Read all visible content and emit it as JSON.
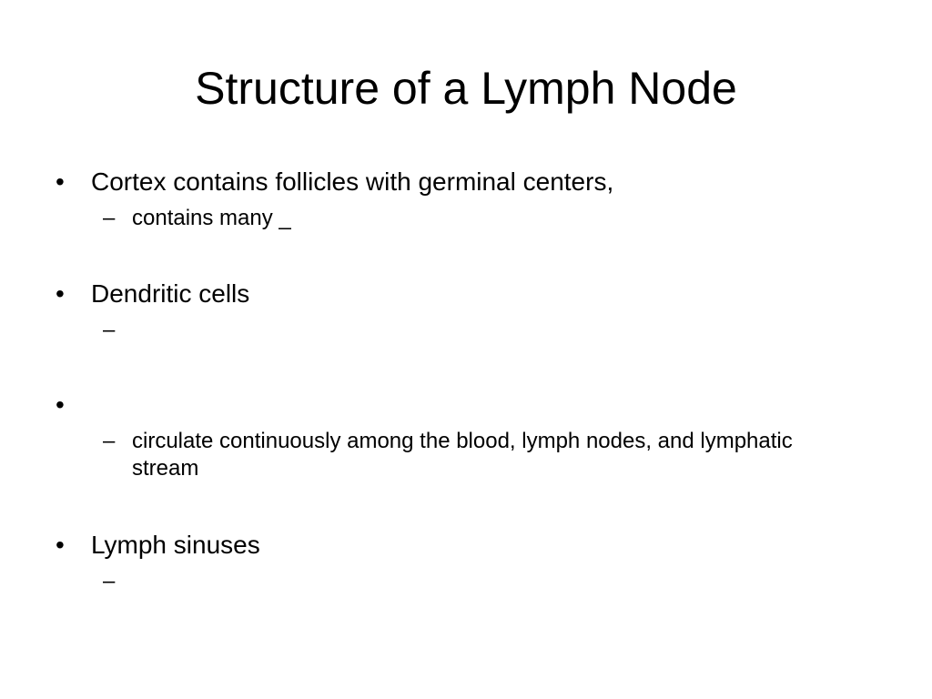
{
  "slide": {
    "title": "Structure of a Lymph Node",
    "bullet_char": "•",
    "dash_char": "–",
    "items": [
      {
        "text": "Cortex contains follicles with germinal centers,",
        "sub": [
          "contains many _"
        ]
      },
      {
        "text": "Dendritic cells",
        "sub": [
          ""
        ]
      },
      {
        "text": "",
        "sub": [
          "circulate continuously among the blood, lymph nodes, and lymphatic stream"
        ]
      },
      {
        "text": "Lymph sinuses",
        "sub": [
          ""
        ]
      }
    ]
  }
}
